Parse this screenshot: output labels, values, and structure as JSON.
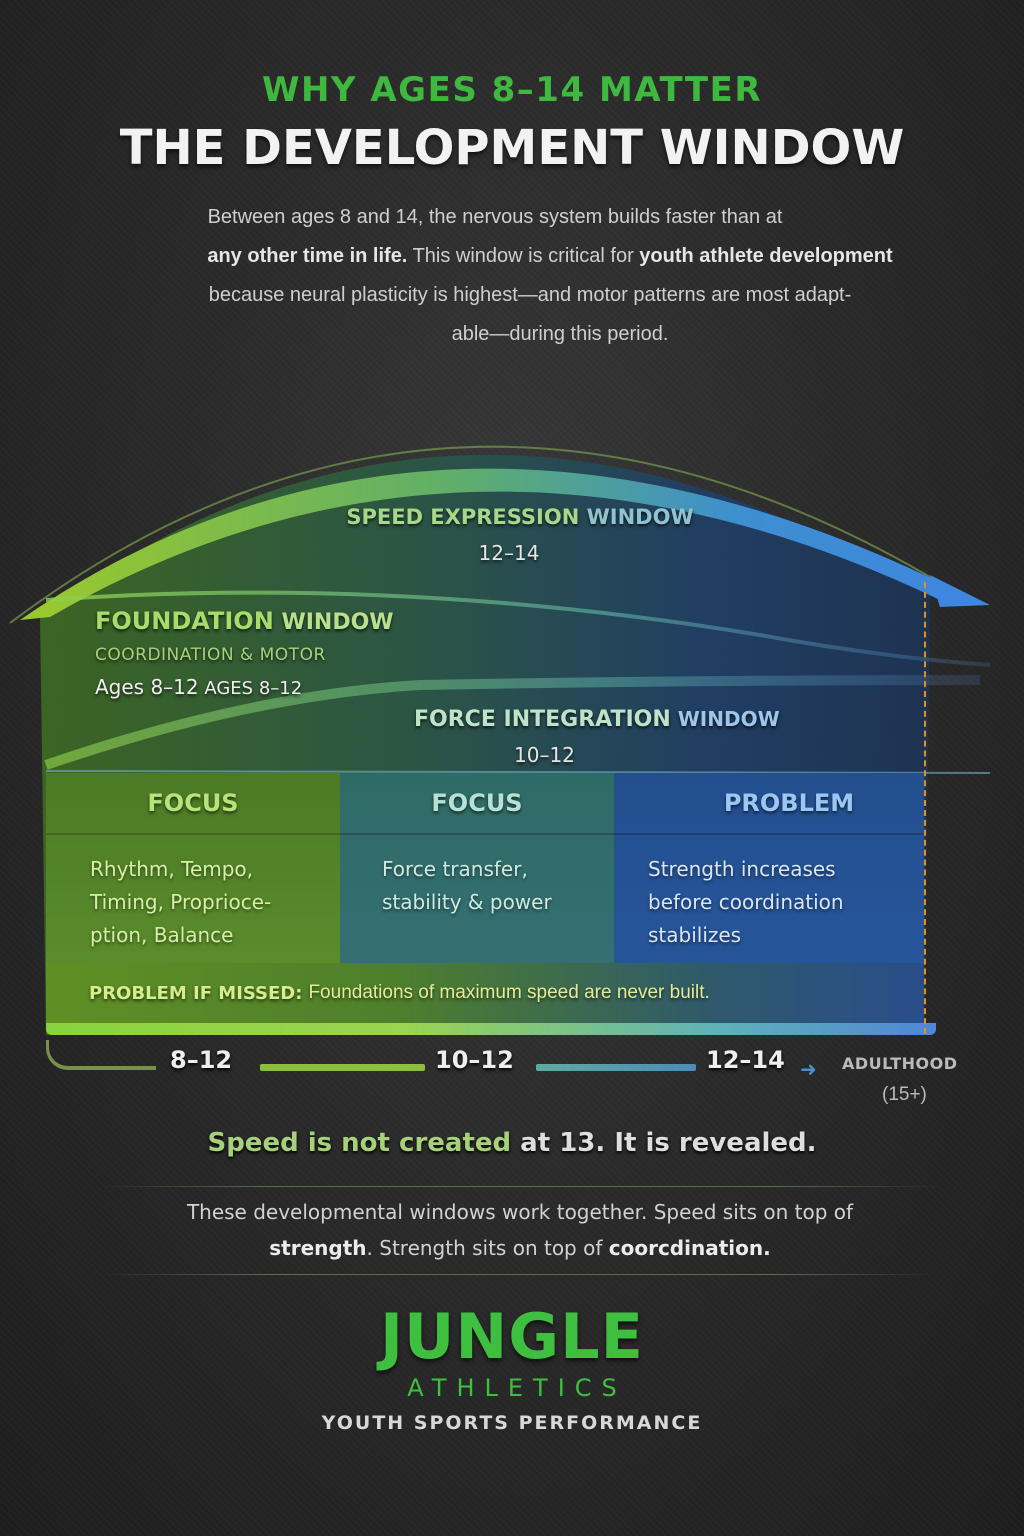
{
  "header": {
    "eyebrow": "WHY AGES 8–14 MATTER",
    "title": "THE DEVELOPMENT WINDOW"
  },
  "intro": {
    "line1": "Between ages 8 and 14, the nervous system builds faster than at",
    "line2_bold": "any other time in life.",
    "line2_rest": " This window is critical for ",
    "line2_bold2": "youth athlete development",
    "line3": "because neural plasticity is highest—and motor patterns are most adapt-",
    "line4": "able—during this period."
  },
  "windows": {
    "speed": {
      "title_bold": "SPEED EXPRESSION",
      "title_rest": " WINDOW",
      "ages": "12–14"
    },
    "foundation": {
      "title_bold": "FOUNDATION",
      "title_rest": " WINDOW",
      "subtitle": "COORDINATION & MOTOR",
      "ages": "Ages 8–12",
      "ages_dup": " AGES 8–12"
    },
    "force": {
      "title_bold": "FORCE INTEGRATION",
      "title_rest": " WINDOW",
      "ages": "10–12"
    }
  },
  "columns": [
    {
      "heading": "FOCUS",
      "lines": [
        "Rhythm, Tempo,",
        "Timing, Proprioce-",
        "ption, Balance"
      ],
      "color": "#5a8c2c"
    },
    {
      "heading": "FOCUS",
      "lines": [
        "Force transfer,",
        "stability & power"
      ],
      "color": "#356f73"
    },
    {
      "heading": "PROBLEM",
      "lines": [
        "Strength increases",
        "before coordination",
        "stabilizes"
      ],
      "color": "#27559a"
    }
  ],
  "missed": {
    "label": "PROBLEM IF MISSED:",
    "text": "Foundations of maximum speed are never built."
  },
  "timeline": {
    "stages": [
      "8–12",
      "10–12",
      "12–14"
    ],
    "end_label": "ADULTHOOD",
    "end_sub": "(15+)",
    "arrow_icon": "➜"
  },
  "tagline": {
    "green": "Speed is not created",
    "rest": " at 13. It is revealed."
  },
  "closing": {
    "part1": "These developmental windows work together. Speed sits on top of",
    "bold1": "strength",
    "part2": ". Strength sits on top of ",
    "bold2": "coorcdination."
  },
  "brand": {
    "name": "JUNGLE",
    "sub": "ATHLETICS",
    "tag": "YOUTH SPORTS PERFORMANCE"
  },
  "colors": {
    "accent_green": "#3fb83f",
    "dashed_line": "#e0911e",
    "blue": "#3f86d6"
  }
}
